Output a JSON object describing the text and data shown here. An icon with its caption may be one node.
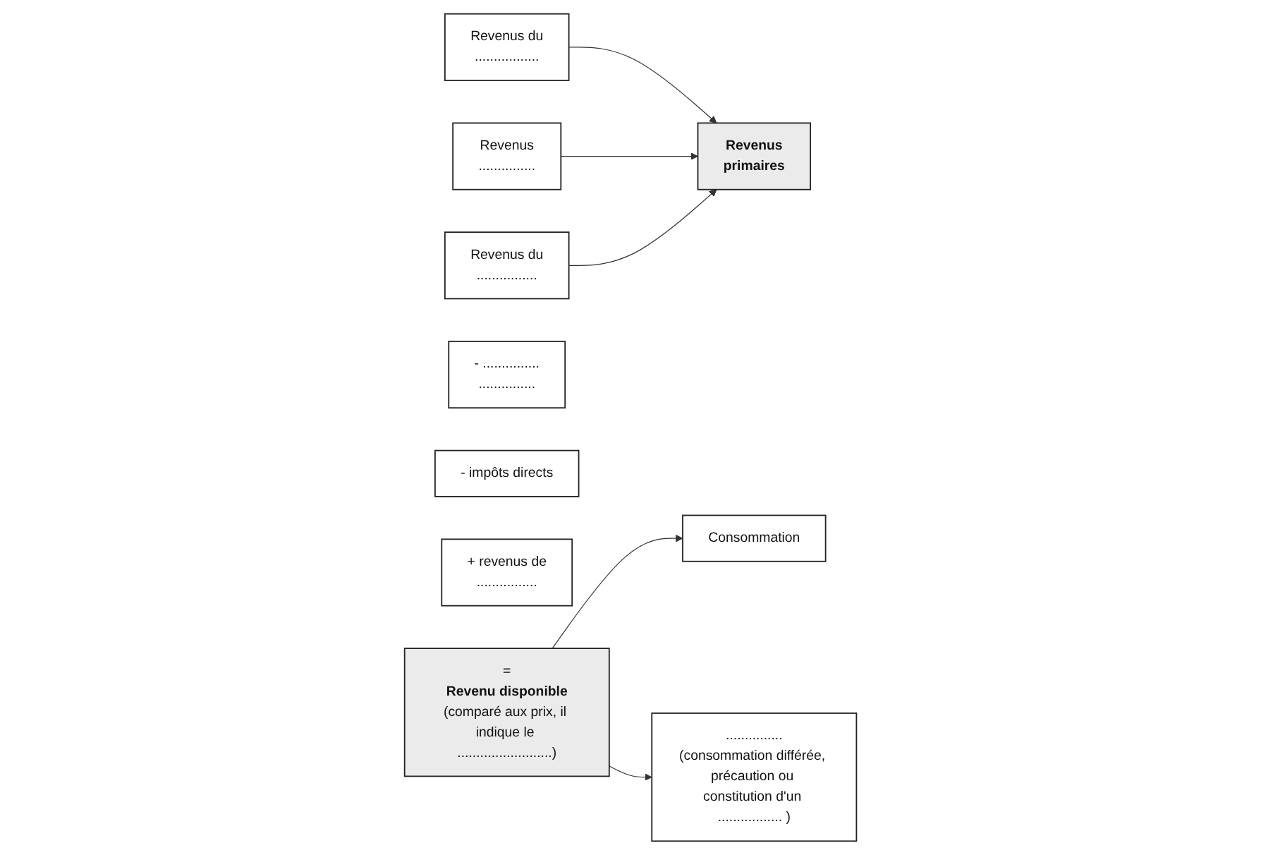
{
  "diagram": {
    "nodes": [
      {
        "text": [
          "Revenus du",
          "................."
        ]
      },
      {
        "text": [
          "Revenus",
          "..............."
        ]
      },
      {
        "text": [
          "Revenus",
          "primaires"
        ]
      },
      {
        "text": [
          "Revenus du",
          "................"
        ]
      },
      {
        "text": [
          "- ...............",
          "..............."
        ]
      },
      {
        "text": [
          "- impôts directs"
        ]
      },
      {
        "text": [
          "+ revenus de",
          "................"
        ]
      },
      {
        "text": [
          "Consommation"
        ]
      },
      {
        "text": [
          "=",
          "Revenu disponible",
          "(comparé aux prix, il indique le .........................)"
        ]
      },
      {
        "text": [
          "...............",
          "(consommation différée, précaution ou constitution d'un ................. )"
        ]
      }
    ],
    "edges": [
      {
        "from": 0,
        "to": 2,
        "arrow": "to"
      },
      {
        "from": 1,
        "to": 2,
        "arrow": "to"
      },
      {
        "from": 3,
        "to": 2,
        "arrow": "to"
      },
      {
        "from": 8,
        "to": 7,
        "arrow": "to"
      },
      {
        "from": 8,
        "to": 9,
        "arrow": "to"
      }
    ]
  }
}
